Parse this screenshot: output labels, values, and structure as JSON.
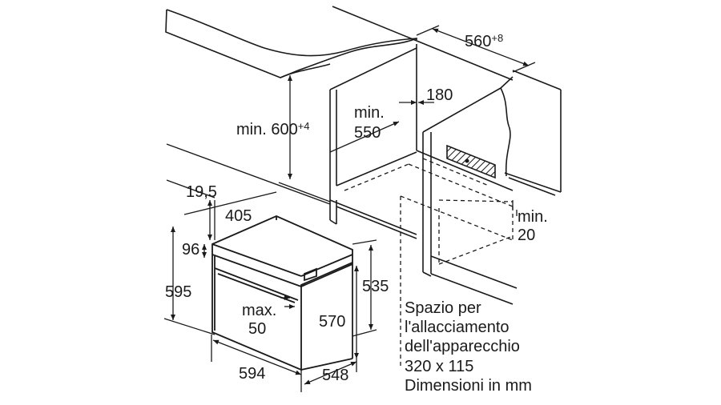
{
  "diagram": {
    "line_color": "#1a1a1a",
    "hatch_color": "#1a1a1a",
    "labels": {
      "width_niche_main": "560",
      "width_niche_sup": "+8",
      "depth_180": "180",
      "min_label": "min.",
      "depth_550": "550",
      "height_600_main": "min. 600",
      "height_600_sup": "+4",
      "gap_min": "min.",
      "gap_20": "20",
      "top_19_5": "19,5",
      "top_405": "405",
      "side_96": "96",
      "height_595": "595",
      "handle_max": "max.",
      "handle_50": "50",
      "height_570": "570",
      "height_535": "535",
      "width_594": "594",
      "depth_548": "548"
    },
    "note": {
      "line1": "Spazio per",
      "line2": "l'allacciamento",
      "line3": "dell'apparecchio",
      "line4": "320 x 115",
      "line5": "Dimensioni in mm"
    }
  }
}
